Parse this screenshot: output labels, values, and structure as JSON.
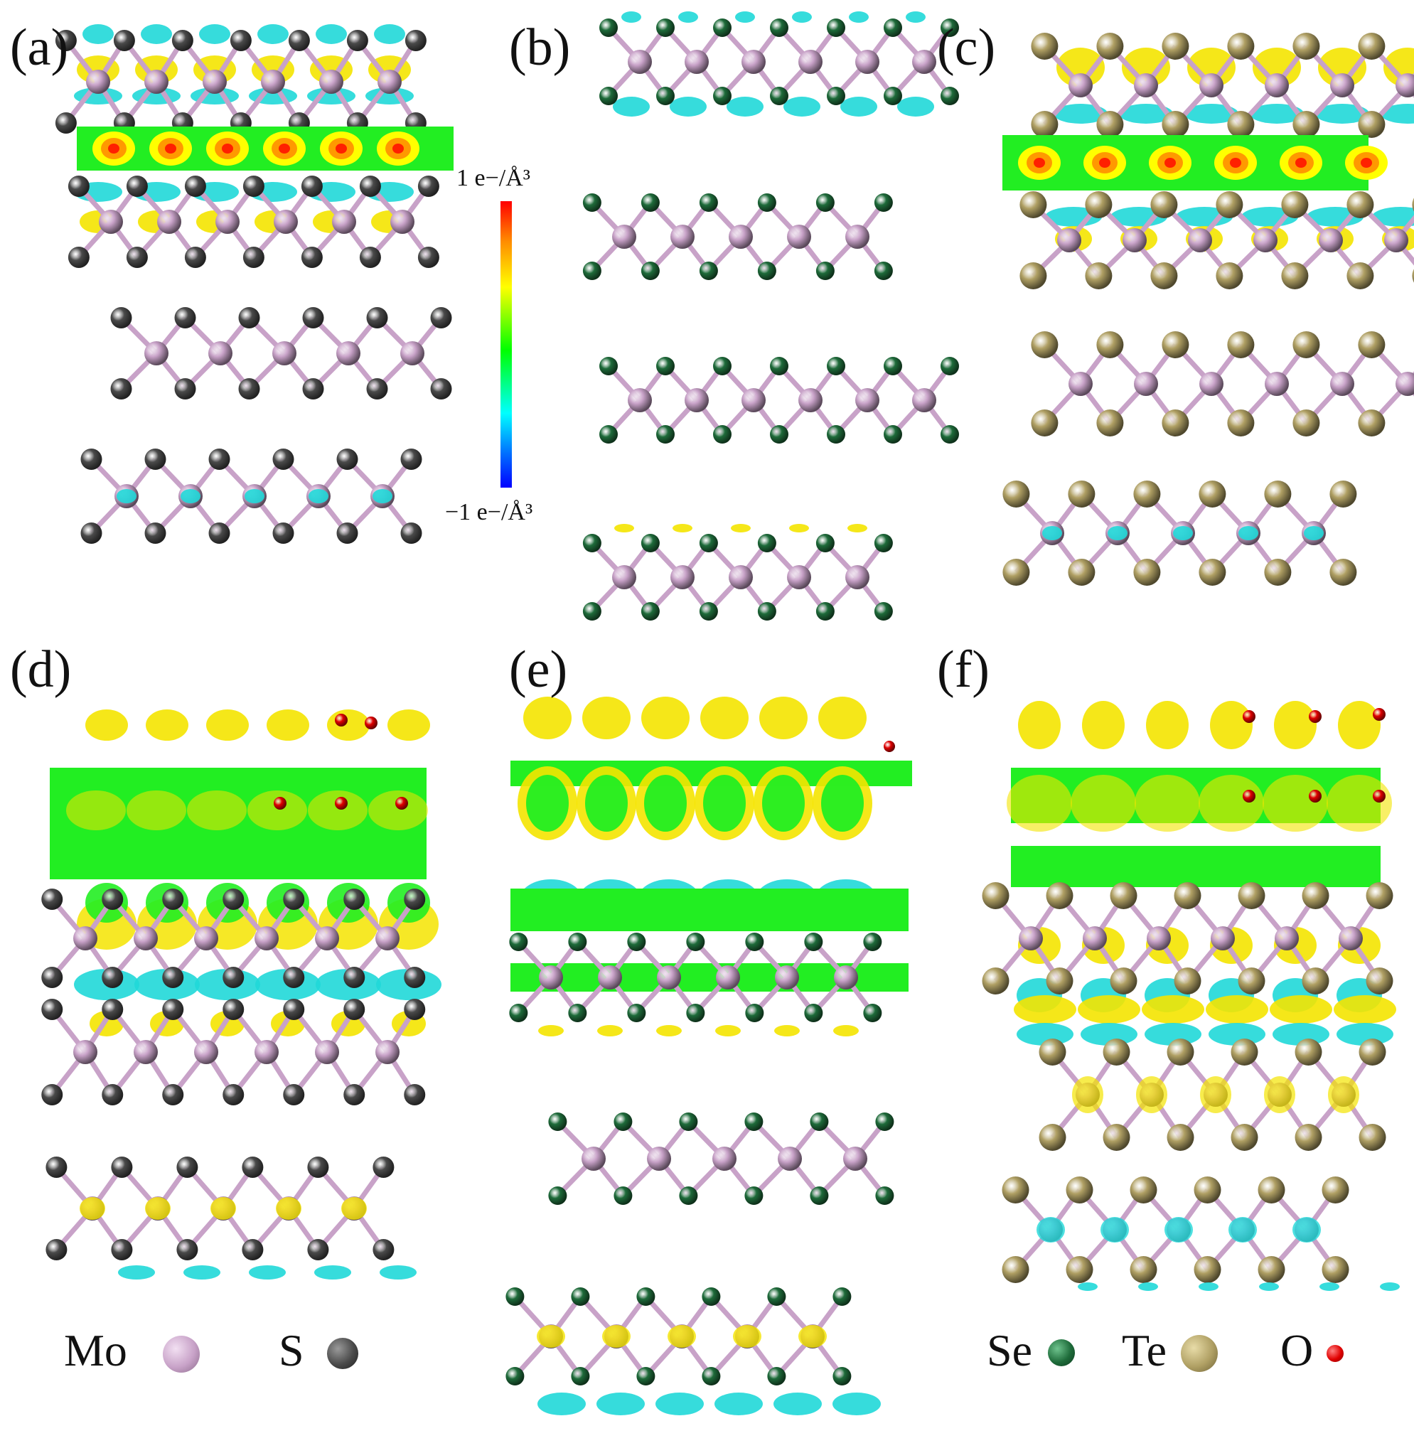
{
  "panels": [
    {
      "label": "(a)",
      "chalcogen": "S"
    },
    {
      "label": "(b)",
      "chalcogen": "Se"
    },
    {
      "label": "(c)",
      "chalcogen": "Te"
    },
    {
      "label": "(d)",
      "chalcogen": "S"
    },
    {
      "label": "(e)",
      "chalcogen": "Se"
    },
    {
      "label": "(f)",
      "chalcogen": "Te"
    }
  ],
  "colorbar": {
    "max_label": "1  e−/Å³",
    "min_label": "−1  e−/Å³",
    "colors": [
      "#ff0000",
      "#ffff00",
      "#00ff00",
      "#00ffff",
      "#0000ff"
    ]
  },
  "legend": [
    {
      "symbol": "Mo",
      "color": "#c8a2c8"
    },
    {
      "symbol": "S",
      "color": "#4a4a4a"
    },
    {
      "symbol": "Se",
      "color": "#1e6b3a"
    },
    {
      "symbol": "Te",
      "color": "#b0a064"
    },
    {
      "symbol": "O",
      "color": "#e00000"
    }
  ],
  "isosurface_colors": {
    "accumulation": "#f4e400",
    "depletion": "#20d8d8",
    "slice": "#22ee22"
  }
}
